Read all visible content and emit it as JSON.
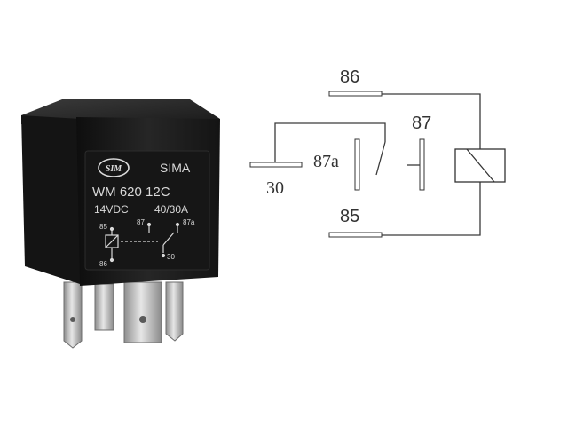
{
  "relay_photo": {
    "logo_text": "SIM",
    "brand": "SIMA",
    "model": "WM 620 12C",
    "voltage": "14VDC",
    "current": "40/30A",
    "schematic_labels": {
      "t85": "85",
      "t86": "86",
      "t87": "87",
      "t87a": "87a",
      "t30": "30"
    }
  },
  "circuit_diagram": {
    "terminals": {
      "t86": "86",
      "t87": "87",
      "t87a": "87a",
      "t30": "30",
      "t85": "85"
    }
  },
  "colors": {
    "relay_body": "#1c1c1c",
    "relay_label": "#d9d9d9",
    "pin_metal": "#b8b8b8",
    "wire": "#3a3a3a"
  }
}
